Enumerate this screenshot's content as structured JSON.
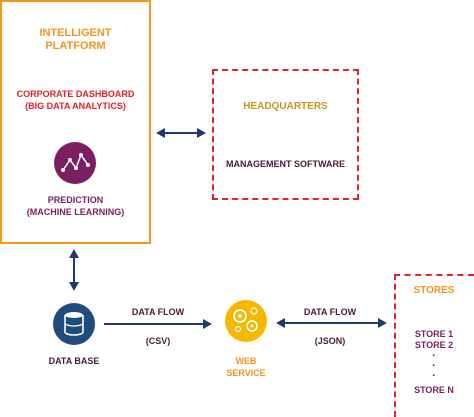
{
  "platform": {
    "title_line1": "INTELLIGENT",
    "title_line2": "PLATFORM",
    "dashboard_line1": "CORPORATE DASHBOARD",
    "dashboard_line2": "(BIG DATA ANALYTICS)",
    "prediction_line1": "PREDICTION",
    "prediction_line2": "(MACHINE LEARNING)",
    "prediction_icon": "line-chart-icon"
  },
  "headquarters": {
    "title": "HEADQUARTERS",
    "software": "MANAGEMENT SOFTWARE"
  },
  "database": {
    "label": "DATA BASE",
    "icon": "database-icon"
  },
  "web_service": {
    "label_line1": "WEB",
    "label_line2": "SERVICE",
    "icon": "gears-icon"
  },
  "flows": {
    "left_label": "DATA FLOW",
    "left_format": "(CSV)",
    "right_label": "DATA FLOW",
    "right_format": "(JSON)"
  },
  "stores": {
    "title": "STORES",
    "items": [
      "STORE 1",
      "STORE 2",
      "STORE N"
    ],
    "ellipsis": [
      "·",
      "·",
      "·"
    ]
  },
  "colors": {
    "orange": "#f7941d",
    "red": "#e4202a",
    "purple": "#7b1e62",
    "navy": "#1f3b6b",
    "gold": "#f5b700",
    "db_blue": "#1e4d7b"
  }
}
